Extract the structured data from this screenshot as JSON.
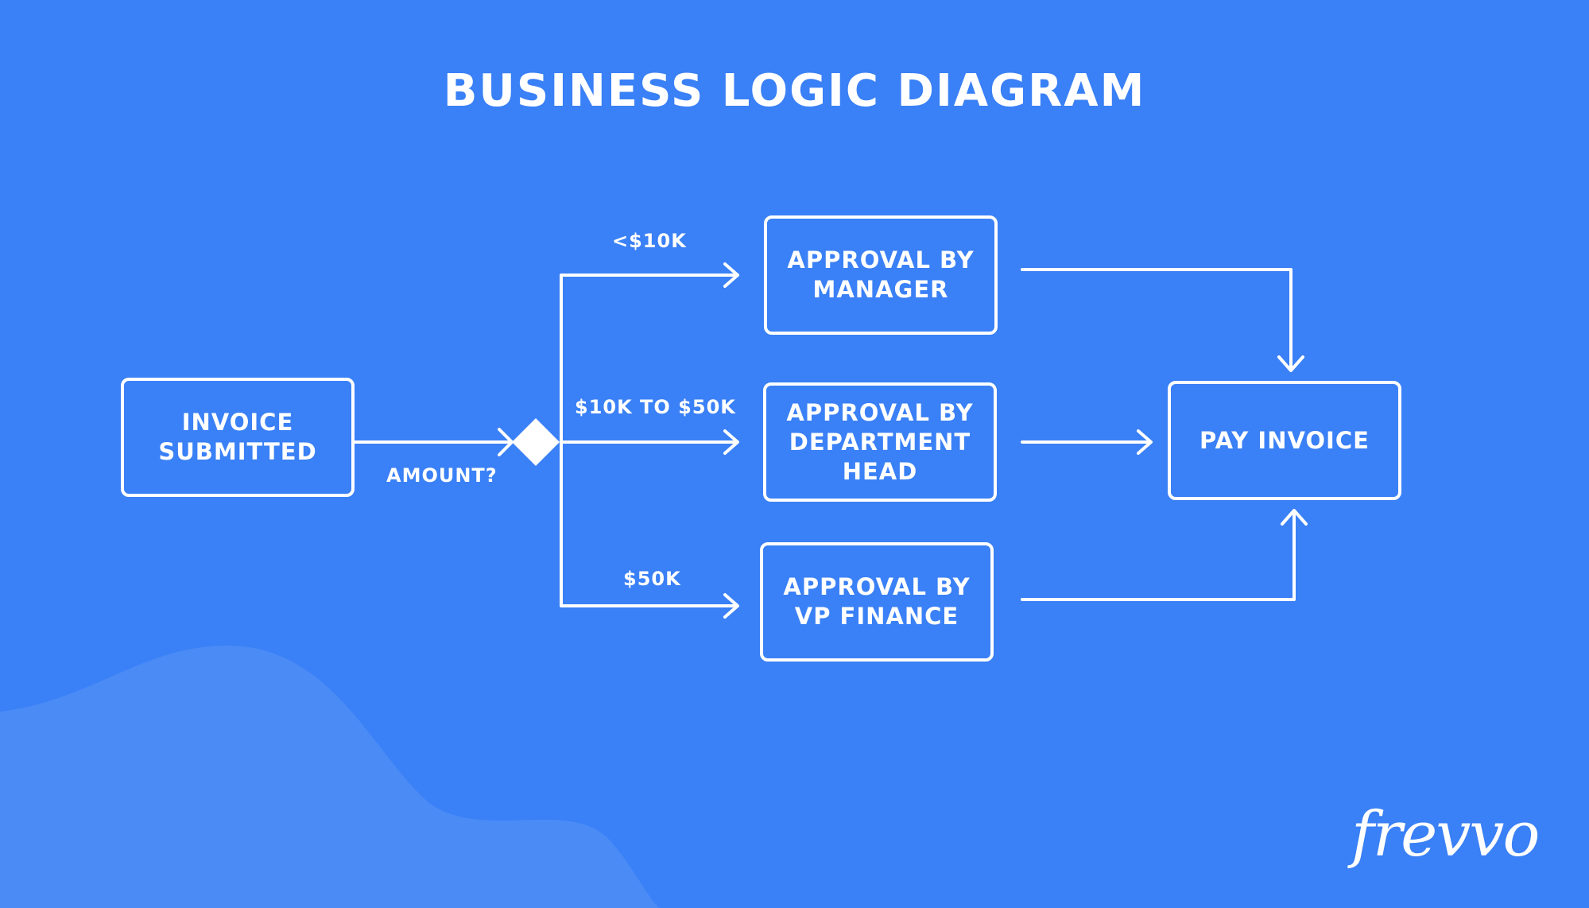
{
  "diagram": {
    "title": "BUSINESS LOGIC DIAGRAM",
    "nodes": {
      "start": "INVOICE\nSUBMITTED",
      "manager": "APPROVAL BY\nMANAGER",
      "dept_head": "APPROVAL BY\nDEPARTMENT\nHEAD",
      "vp_finance": "APPROVAL BY\nVP FINANCE",
      "pay": "PAY INVOICE"
    },
    "decision_label": "AMOUNT?",
    "branches": {
      "low": "<$10K",
      "mid": "$10K TO $50K",
      "high": "$50K"
    },
    "edges": [
      {
        "from": "start",
        "to": "decision"
      },
      {
        "from": "decision",
        "to": "manager",
        "label": "<$10K"
      },
      {
        "from": "decision",
        "to": "dept_head",
        "label": "$10K TO $50K"
      },
      {
        "from": "decision",
        "to": "vp_finance",
        "label": "$50K"
      },
      {
        "from": "manager",
        "to": "pay"
      },
      {
        "from": "dept_head",
        "to": "pay"
      },
      {
        "from": "vp_finance",
        "to": "pay"
      }
    ]
  },
  "brand": {
    "logo_text": "frevvo"
  },
  "colors": {
    "background": "#3a80f6",
    "wave": "#4a8bf6",
    "stroke": "#ffffff"
  }
}
